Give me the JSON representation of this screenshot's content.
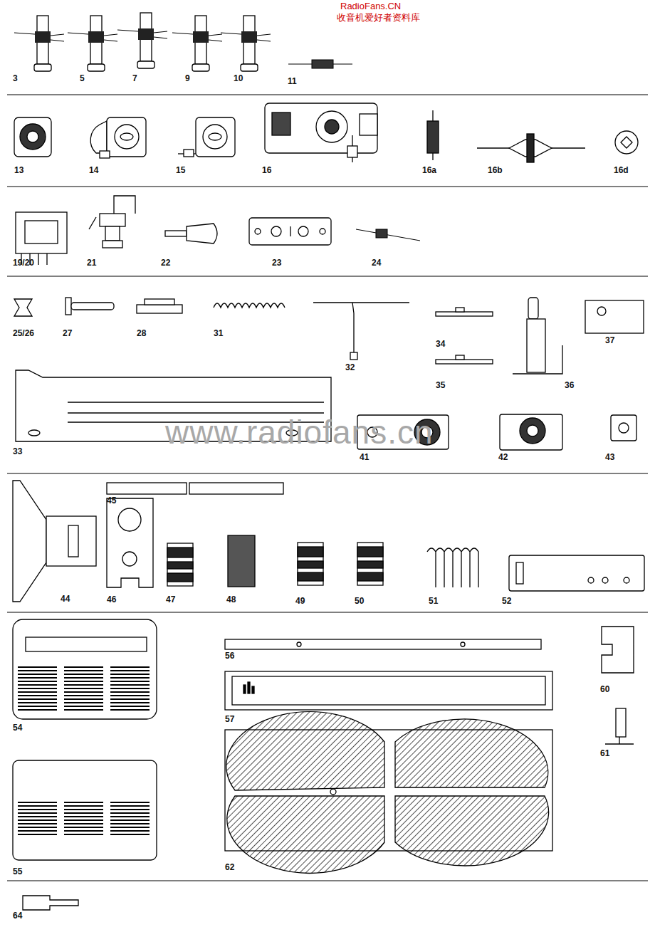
{
  "diagram": {
    "labels": [
      "RadioFans.CN",
      "收音机爱好者资料库",
      "3",
      "5",
      "7",
      "9",
      "10",
      "11",
      "13",
      "14",
      "15",
      "16",
      "16a",
      "16b",
      "16d",
      "19/20",
      "21",
      "22",
      "23",
      "24",
      "25/26",
      "27",
      "28",
      "31",
      "32",
      "34",
      "35",
      "36",
      "37",
      "33",
      "41",
      "42",
      "43",
      "44",
      "45",
      "46",
      "47",
      "48",
      "49",
      "50",
      "51",
      "52",
      "54",
      "56",
      "57",
      "60",
      "61",
      "55",
      "62",
      "64",
      "www.radiofans.cn"
    ]
  }
}
